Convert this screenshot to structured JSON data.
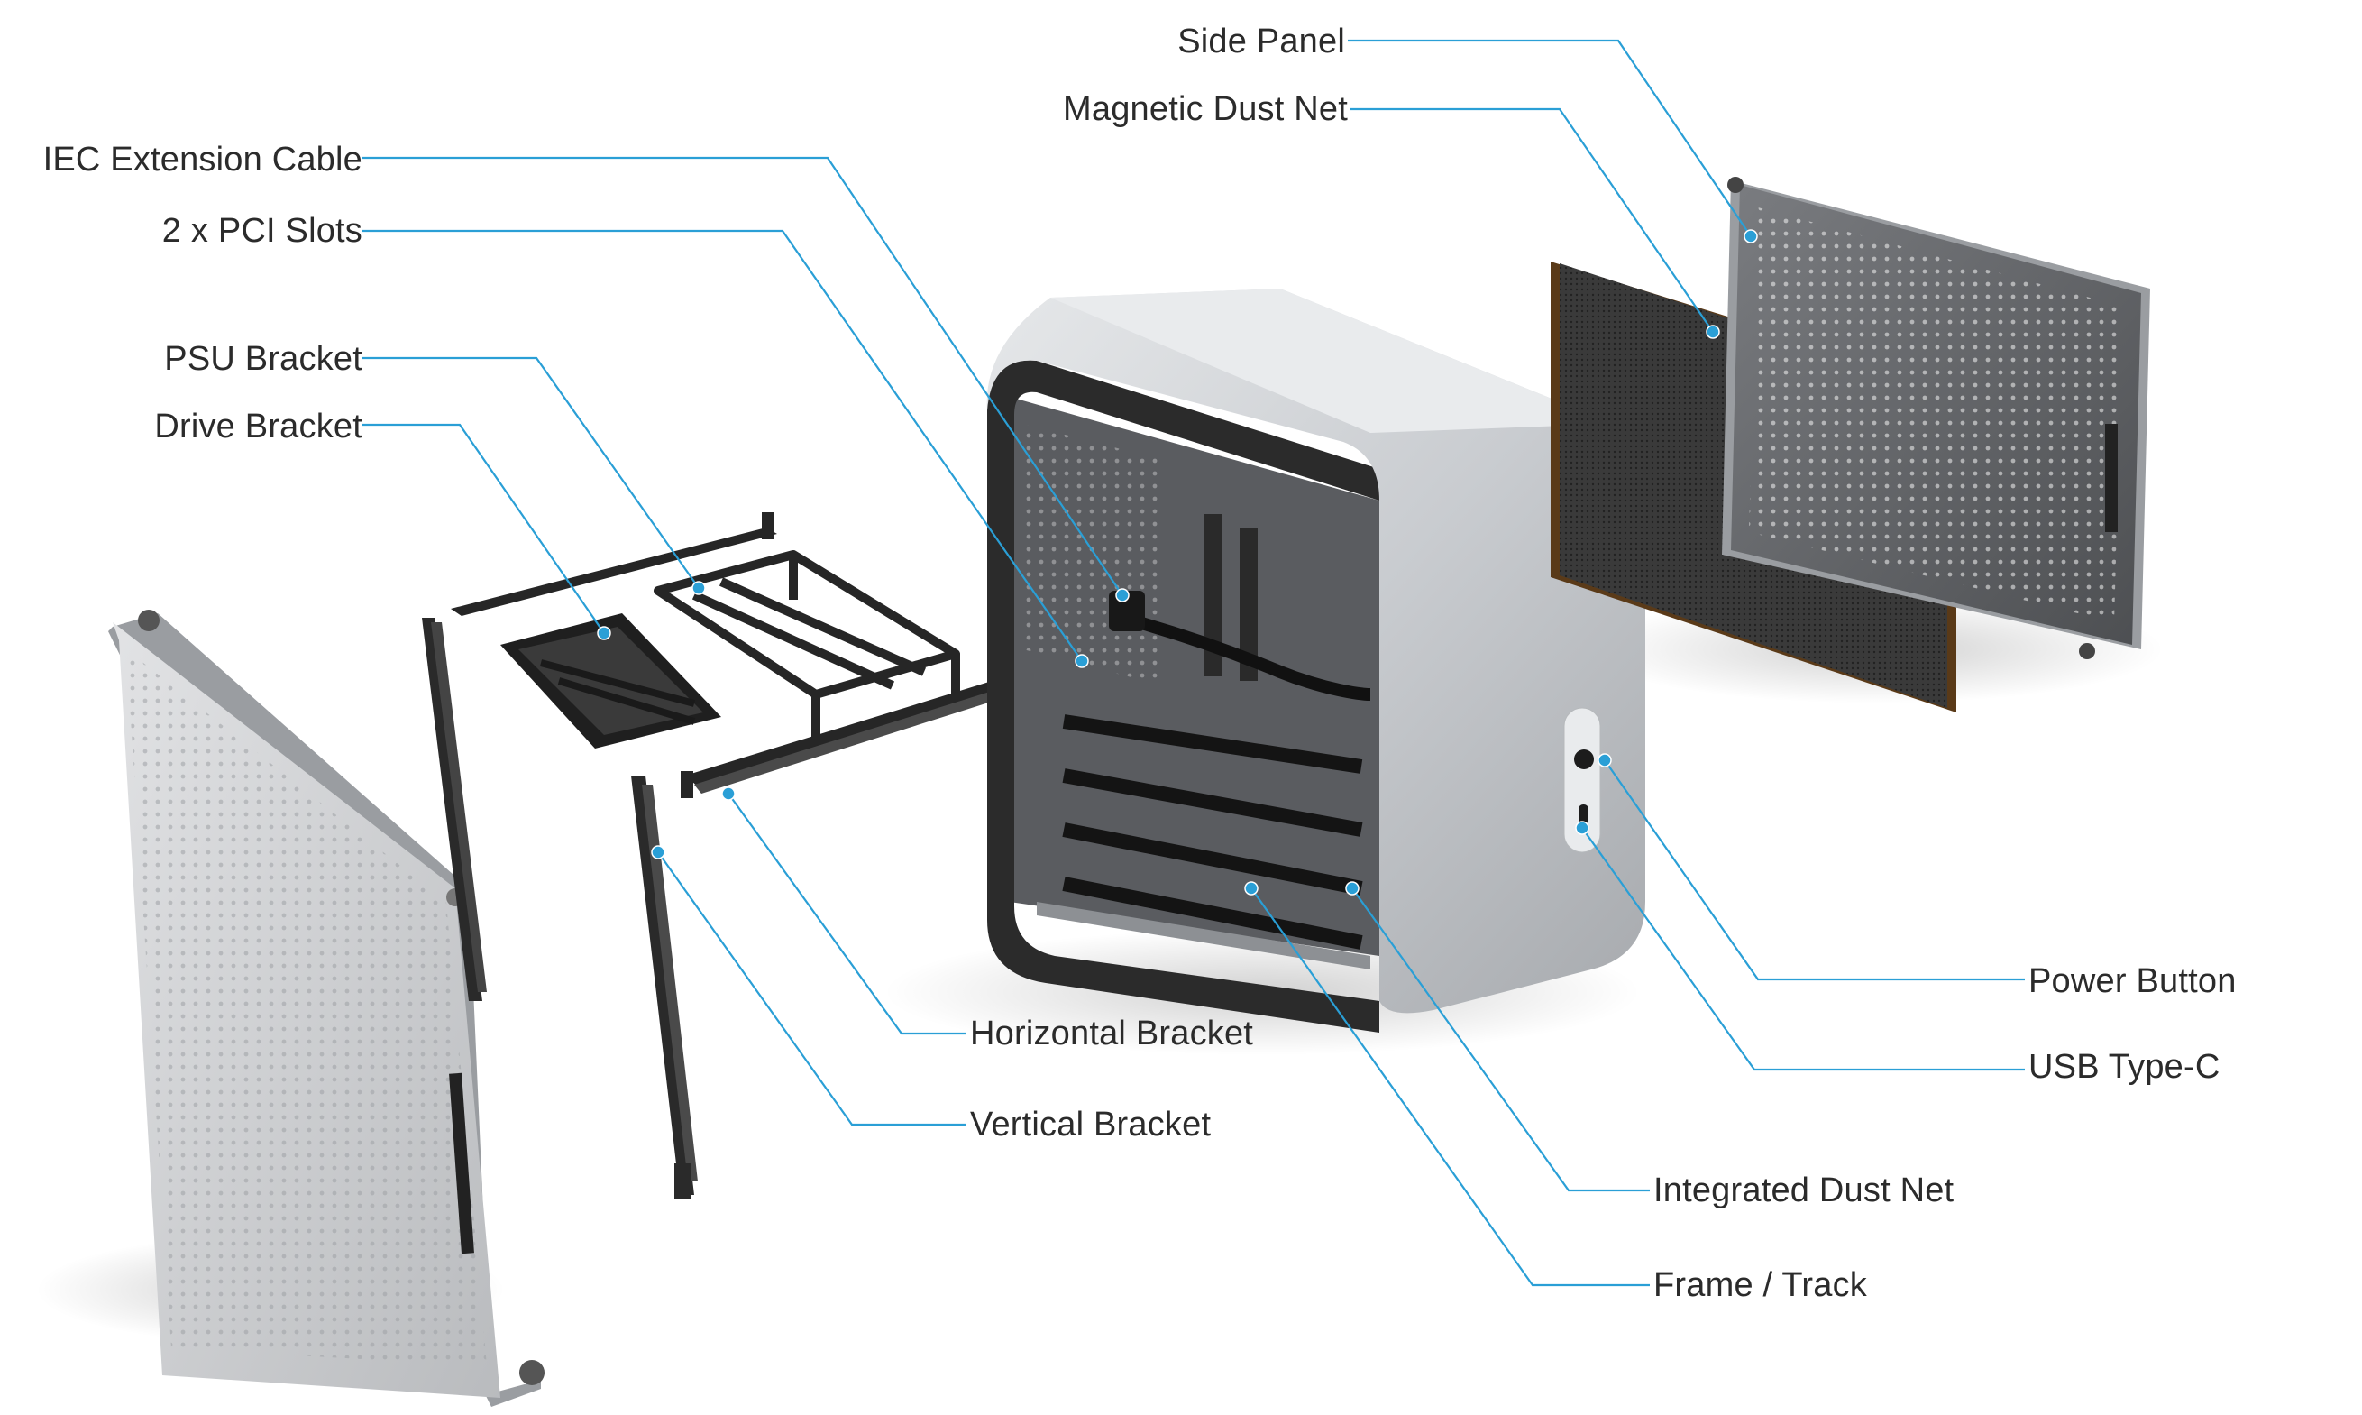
{
  "labels": {
    "side_panel": "Side Panel",
    "magnetic_dust_net": "Magnetic Dust Net",
    "iec_extension_cable": "IEC Extension Cable",
    "pci_slots": "2 x PCI Slots",
    "psu_bracket": "PSU Bracket",
    "drive_bracket": "Drive Bracket",
    "horizontal_bracket": "Horizontal Bracket",
    "vertical_bracket": "Vertical Bracket",
    "power_button": "Power Button",
    "usb_type_c": "USB Type-C",
    "integrated_dust_net": "Integrated Dust Net",
    "frame_track": "Frame /  Track"
  },
  "colors": {
    "leader_line": "#2a9fd6",
    "label_text": "#2b2b2b",
    "case_shell": "#cfd2d5",
    "panel": "#d8d9db",
    "dark_metal": "#2a2a2a"
  }
}
